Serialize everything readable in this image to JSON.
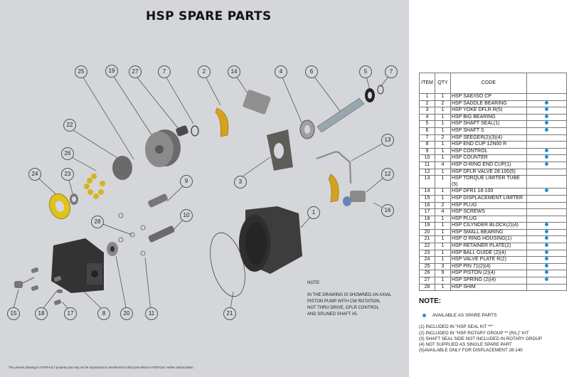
{
  "title": "HSP SPARE PARTS",
  "colors": {
    "available_dot": "#1e8fd6",
    "background": "#d4d6d9",
    "brass": "#d6a21e",
    "part_dark": "#3b3b3b"
  },
  "callouts": [
    "25",
    "19",
    "27",
    "7",
    "2",
    "14",
    "4",
    "6",
    "5",
    "7",
    "22",
    "26",
    "24",
    "23",
    "9",
    "10",
    "28",
    "3",
    "13",
    "12",
    "16",
    "1",
    "15",
    "18",
    "17",
    "8",
    "20",
    "11",
    "21"
  ],
  "drawing_note": {
    "heading": "NOTE:",
    "lines": [
      "IN THE DRAWING IS SHOWNED AN AXIAL",
      "PISTON PUMP WITH CW ROTATION,",
      "NOT THRU DRIVE, DFLR CONTROL",
      "AND SPLINED SHAFT #5."
    ]
  },
  "footer": "The present drawing is HYDRAULT property and may not be reproduced or transferred to third part without HYDRAULT written authorization.",
  "table": {
    "headers": [
      "ITEM",
      "QTY",
      "CODE",
      ""
    ],
    "rows": [
      {
        "item": "1",
        "qty": "1",
        "code": "HSP SAE/ISO CP",
        "spare": false
      },
      {
        "item": "2",
        "qty": "2",
        "code": "HSP SADDLE BEARING",
        "spare": true
      },
      {
        "item": "3",
        "qty": "1",
        "code": "HSP YOKE DFLR R(5)",
        "spare": true
      },
      {
        "item": "4",
        "qty": "1",
        "code": "HSP BIG BEARING",
        "spare": true
      },
      {
        "item": "5",
        "qty": "1",
        "code": "HSP SHAFT SEAL(1)",
        "spare": true
      },
      {
        "item": "6",
        "qty": "1",
        "code": "HSP SHAFT S",
        "spare": true
      },
      {
        "item": "7",
        "qty": "2",
        "code": "HSP SEEGER(2)(3)(4)",
        "spare": false
      },
      {
        "item": "8",
        "qty": "1",
        "code": "HSP END CUP 12N00 R",
        "spare": false
      },
      {
        "item": "9",
        "qty": "1",
        "code": "HSP CONTROL",
        "spare": true
      },
      {
        "item": "10",
        "qty": "1",
        "code": "HSP COUNTER",
        "spare": true
      },
      {
        "item": "11",
        "qty": "4",
        "code": "HSP O-RING END CUP(1)",
        "spare": true
      },
      {
        "item": "12",
        "qty": "1",
        "code": "HSP DFLR VALVE 28:100(5)",
        "spare": false
      },
      {
        "item": "13",
        "qty": "1",
        "code": "HSP TORQUE LIMITER TUBE (5)",
        "spare": false
      },
      {
        "item": "14",
        "qty": "1",
        "code": "HSP DFR1 18-100",
        "spare": true
      },
      {
        "item": "15",
        "qty": "1",
        "code": "HSP DISPLACEMENT LIMITER",
        "spare": false
      },
      {
        "item": "16",
        "qty": "2",
        "code": "HSP PLUG",
        "spare": false
      },
      {
        "item": "17",
        "qty": "4",
        "code": "HSP SCREWS",
        "spare": false
      },
      {
        "item": "18",
        "qty": "1",
        "code": "HSP PLUG",
        "spare": false
      },
      {
        "item": "19",
        "qty": "1",
        "code": "HSP CILYNDER BLOCK(2)(4)",
        "spare": true
      },
      {
        "item": "20",
        "qty": "1",
        "code": "HSP SMALL BEARING",
        "spare": true
      },
      {
        "item": "21",
        "qty": "1",
        "code": "HSP O RING HOUSING(1)",
        "spare": true
      },
      {
        "item": "22",
        "qty": "1",
        "code": "HSP RETAINER PLATE(2)",
        "spare": true
      },
      {
        "item": "23",
        "qty": "1",
        "code": "HSP BALL GUIDE (2)(4)",
        "spare": true
      },
      {
        "item": "24",
        "qty": "1",
        "code": "HSP VALVE PLATE R(2)",
        "spare": true
      },
      {
        "item": "25",
        "qty": "3",
        "code": "HSP PIN 71(2)(4)",
        "spare": true
      },
      {
        "item": "26",
        "qty": "9",
        "code": "HSP PISTON (2)(4)",
        "spare": true
      },
      {
        "item": "27",
        "qty": "1",
        "code": "HSP SPRING (2)(4)",
        "spare": true
      },
      {
        "item": "28",
        "qty": "1",
        "code": "HSP SHIM",
        "spare": false
      }
    ]
  },
  "notes": {
    "heading": "NOTE:",
    "legend": "AVAILABLE AS SPARE PARTS",
    "footnotes": [
      "(1) INCLUDED IN  \"HSP SEAL KIT **\"",
      "(2) INCLUDED IN \"HSP ROTARY GROUP ** (R/L)\" KIT",
      "(3) SHAFT SEAL SIDE NOT INCLUDED IN ROTARY GROUP",
      "(4) NOT SUPPLIED AS SINGLE SPARE PART",
      "(5)AVAILABLE ONLY FOR DISPLACEMENT 28:140"
    ]
  }
}
